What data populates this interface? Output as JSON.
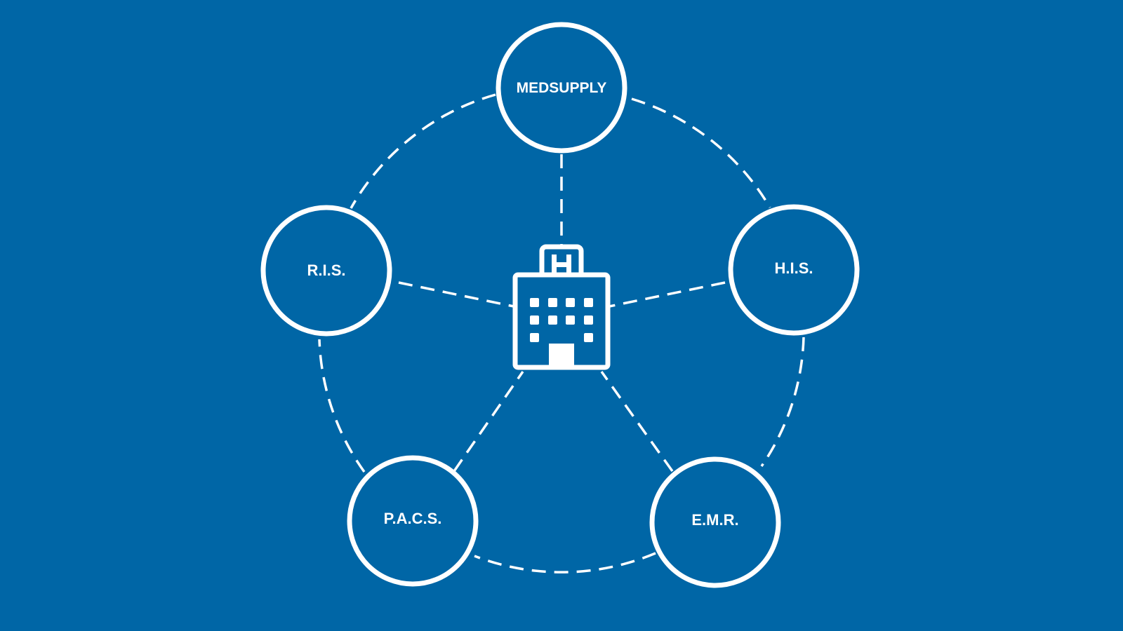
{
  "colors": {
    "background": "#0066a6",
    "stroke": "#ffffff"
  },
  "center": {
    "icon": "hospital-building-icon",
    "sign_letter": "H"
  },
  "nodes": {
    "medsupply": {
      "label": "MEDSUPPLY"
    },
    "his": {
      "label": "H.I.S."
    },
    "emr": {
      "label": "E.M.R."
    },
    "pacs": {
      "label": "P.A.C.S."
    },
    "ris": {
      "label": "R.I.S."
    }
  }
}
